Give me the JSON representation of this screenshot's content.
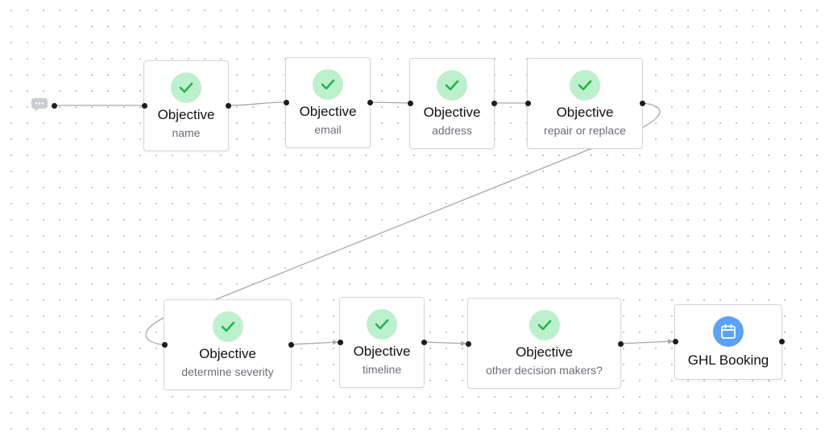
{
  "flow": {
    "nodes": [
      {
        "title": "Objective",
        "subtitle": "name",
        "icon": "check-icon"
      },
      {
        "title": "Objective",
        "subtitle": "email",
        "icon": "check-icon"
      },
      {
        "title": "Objective",
        "subtitle": "address",
        "icon": "check-icon"
      },
      {
        "title": "Objective",
        "subtitle": "repair or replace",
        "icon": "check-icon"
      },
      {
        "title": "Objective",
        "subtitle": "determine severity",
        "icon": "check-icon"
      },
      {
        "title": "Objective",
        "subtitle": "timeline",
        "icon": "check-icon"
      },
      {
        "title": "Objective",
        "subtitle": "other decision makers?",
        "icon": "check-icon"
      },
      {
        "title": "GHL Booking",
        "icon": "calendar-icon"
      }
    ],
    "start_icon": "chat-bubble-icon"
  },
  "colors": {
    "check_bg": "#bdf0cc",
    "check_mark": "#22b550",
    "calendar_bg": "#5aa2f7",
    "edge": "#a8a8ad",
    "handle": "#1b1d23",
    "grid_dot": "#c4c4c8"
  }
}
